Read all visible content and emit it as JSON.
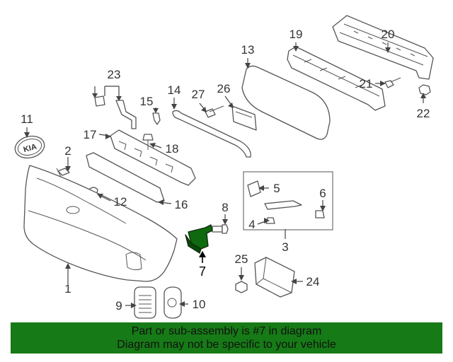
{
  "colors": {
    "highlight": "#0f6a0f",
    "highlight_dark": "#084a08",
    "banner_bg": "#167a16",
    "line": "#555555"
  },
  "callouts": {
    "c1": "1",
    "c2": "2",
    "c3": "3",
    "c4": "4",
    "c5": "5",
    "c6": "6",
    "c7": "7",
    "c8": "8",
    "c9": "9",
    "c10": "10",
    "c11": "11",
    "c12": "12",
    "c13": "13",
    "c14": "14",
    "c15": "15",
    "c16": "16",
    "c17": "17",
    "c18": "18",
    "c19": "19",
    "c20": "20",
    "c21": "21",
    "c22": "22",
    "c23": "23",
    "c24": "24",
    "c25": "25",
    "c26": "26",
    "c27": "27"
  },
  "emblem_text": "KIA",
  "highlighted_part": "7",
  "banner": {
    "line1": "Part or sub-assembly is #7 in diagram",
    "line2": "Diagram may not be specific to your vehicle"
  }
}
